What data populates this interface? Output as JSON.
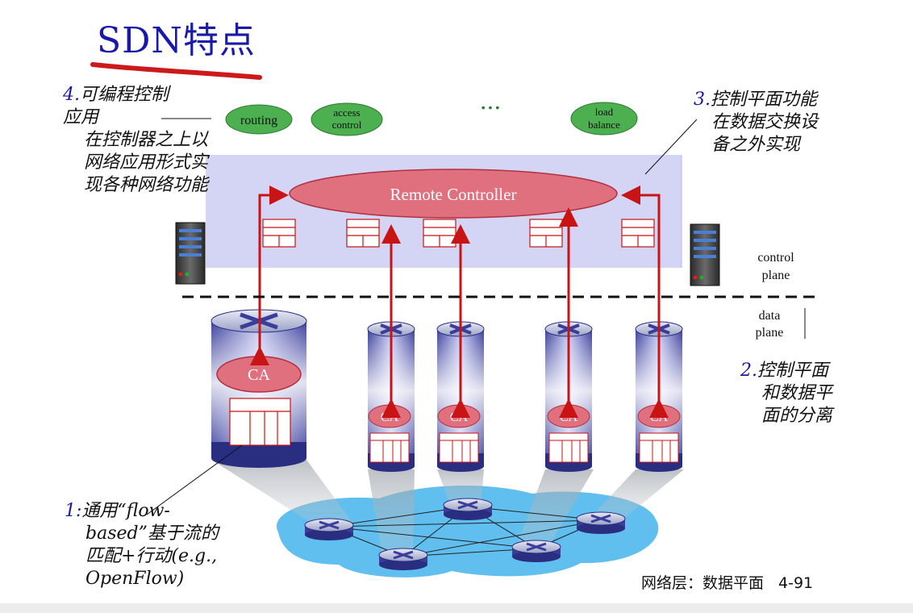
{
  "title": "SDN特点",
  "apps": {
    "routing": "routing",
    "access_line1": "access",
    "access_line2": "control",
    "ellipsis": "• • •",
    "load_line1": "load",
    "load_line2": "balance"
  },
  "controller_label": "Remote Controller",
  "ca_label": "CA",
  "plane_labels": {
    "control_line1": "control",
    "control_line2": "plane",
    "data_line1": "data",
    "data_line2": "plane"
  },
  "notes": {
    "n4": {
      "num": "4.",
      "lines": [
        "可编程控制",
        "应用",
        "在控制器之上以",
        "网络应用形式实",
        "现各种网络功能"
      ]
    },
    "n3": {
      "num": "3.",
      "lines": [
        "控制平面功能",
        "在数据交换设",
        "备之外实现"
      ]
    },
    "n2": {
      "num": "2.",
      "lines": [
        "控制平面",
        "和数据平",
        "面的分离"
      ]
    },
    "n1": {
      "num": "1:",
      "lines": [
        "通用“flow-",
        "based”基于流的",
        "匹配+行动(e.g.,",
        "OpenFlow)"
      ]
    }
  },
  "footer": {
    "text": "网络层：数据平面",
    "page": "4-91"
  },
  "colors": {
    "title": "#1a1aa8",
    "underline": "#cc1a1a",
    "app_fill": "#4caf50",
    "controller_fill": "#e0707e",
    "control_band": "#cfd0f4",
    "arrow": "#c81414",
    "router_body": "#5458b8",
    "network": "#4fb8ec"
  }
}
